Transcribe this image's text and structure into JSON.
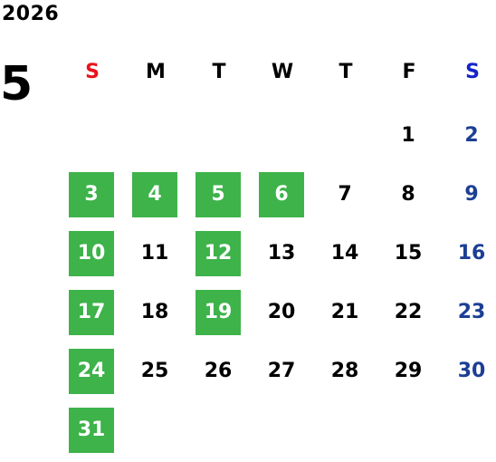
{
  "calendar": {
    "year": "2026",
    "month": "5",
    "weekdays": [
      {
        "label": "S",
        "color": "#e8131b"
      },
      {
        "label": "M",
        "color": "#000000"
      },
      {
        "label": "T",
        "color": "#000000"
      },
      {
        "label": "W",
        "color": "#000000"
      },
      {
        "label": "T",
        "color": "#000000"
      },
      {
        "label": "F",
        "color": "#000000"
      },
      {
        "label": "S",
        "color": "#1424c9"
      }
    ],
    "highlight_color": "#3db34a",
    "saturday_number_color": "#1c3f94",
    "weeks": [
      [
        null,
        null,
        null,
        null,
        null,
        {
          "day": "1"
        },
        {
          "day": "2"
        }
      ],
      [
        {
          "day": "3",
          "highlighted": true
        },
        {
          "day": "4",
          "highlighted": true
        },
        {
          "day": "5",
          "highlighted": true
        },
        {
          "day": "6",
          "highlighted": true
        },
        {
          "day": "7"
        },
        {
          "day": "8"
        },
        {
          "day": "9"
        }
      ],
      [
        {
          "day": "10",
          "highlighted": true
        },
        {
          "day": "11"
        },
        {
          "day": "12",
          "highlighted": true
        },
        {
          "day": "13"
        },
        {
          "day": "14"
        },
        {
          "day": "15"
        },
        {
          "day": "16"
        }
      ],
      [
        {
          "day": "17",
          "highlighted": true
        },
        {
          "day": "18"
        },
        {
          "day": "19",
          "highlighted": true
        },
        {
          "day": "20"
        },
        {
          "day": "21"
        },
        {
          "day": "22"
        },
        {
          "day": "23"
        }
      ],
      [
        {
          "day": "24",
          "highlighted": true
        },
        {
          "day": "25"
        },
        {
          "day": "26"
        },
        {
          "day": "27"
        },
        {
          "day": "28"
        },
        {
          "day": "29"
        },
        {
          "day": "30"
        }
      ],
      [
        {
          "day": "31",
          "highlighted": true
        },
        null,
        null,
        null,
        null,
        null,
        null
      ]
    ]
  }
}
